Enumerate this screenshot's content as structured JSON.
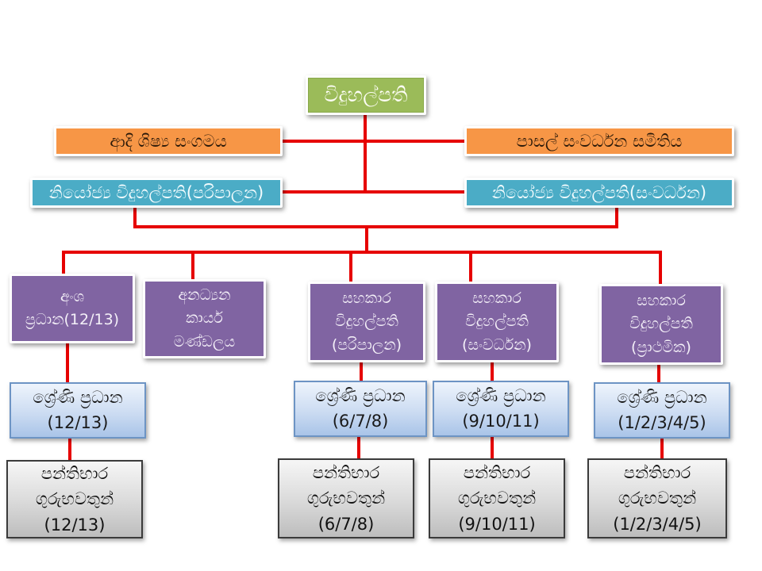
{
  "palette": {
    "principal_green": "#9BBB59",
    "association_orange": "#F79646",
    "deputy_teal": "#4BACC6",
    "assistant_purple": "#8064A2",
    "grade_blue_fill": "#CCDCF2",
    "grade_blue_border": "#6D94C4",
    "teacher_gray_fill": "#D9D9D9",
    "connector_red": "#E60000"
  },
  "org": {
    "principal": {
      "label": "විදුහල්පති"
    },
    "old_students_association": {
      "label": "ආදි ශිෂ්‍ය සංගමය"
    },
    "school_development_society": {
      "label": "පාසල් සංවර්ධන සමිතිය"
    },
    "deputy_principal_admin": {
      "label": "නියෝජ්‍ය විදුහල්පති(පරිපාලන)"
    },
    "deputy_principal_development": {
      "label": "නියෝජ්‍ය විදුහල්පති(සංවර්ධන)"
    },
    "section_head_12_13": {
      "lines": [
        "අංශ",
        "ප්‍රධාන(12/13)"
      ]
    },
    "non_academic_staff": {
      "lines": [
        "අනධ්‍යන",
        "කාර්ය",
        "මණ්ඩලය"
      ]
    },
    "assistant_principal_admin": {
      "lines": [
        "සහකාර",
        "විදුහල්පති",
        "(පරිපාලන)"
      ]
    },
    "assistant_principal_development": {
      "lines": [
        "සහකාර",
        "විදුහල්පති",
        "(සංවර්ධන)"
      ]
    },
    "assistant_principal_primary": {
      "lines": [
        "සහකාර",
        "විදුහල්පති",
        "(ප්‍රාථමික)"
      ]
    },
    "grade_head_12_13": {
      "lines": [
        "ශ්‍රේණි ප්‍රධාන",
        "(12/13)"
      ]
    },
    "grade_head_6_7_8": {
      "lines": [
        "ශ්‍රේණි ප්‍රධාන",
        "(6/7/8)"
      ]
    },
    "grade_head_9_10_11": {
      "lines": [
        "ශ්‍රේණි ප්‍රධාන",
        "(9/10/11)"
      ]
    },
    "grade_head_1_2_3_4_5": {
      "lines": [
        "ශ්‍රේණි ප්‍රධාන",
        "(1/2/3/4/5)"
      ]
    },
    "class_teachers_12_13": {
      "lines": [
        "පන්තිභාර",
        "ගුරුභවතුන්",
        "(12/13)"
      ]
    },
    "class_teachers_6_7_8": {
      "lines": [
        "පන්තිභාර",
        "ගුරුභවතුන්",
        "(6/7/8)"
      ]
    },
    "class_teachers_9_10_11": {
      "lines": [
        "පන්තිභාර",
        "ගුරුභවතුන්",
        "(9/10/11)"
      ]
    },
    "class_teachers_1_2_3_4_5": {
      "lines": [
        "පන්තිභාර",
        "ගුරුභවතුන්",
        "(1/2/3/4/5)"
      ]
    }
  }
}
